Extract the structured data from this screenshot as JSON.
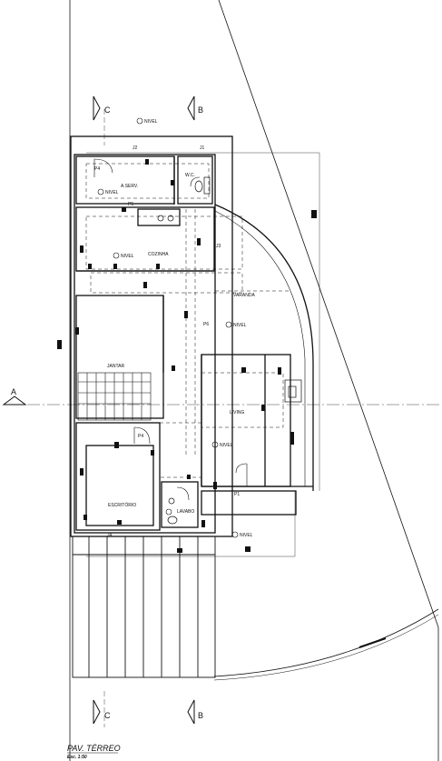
{
  "title": "PAV. TÉRREO",
  "scale": "Esc. 1:50",
  "sections": {
    "a": "A",
    "b": "B",
    "c": "C"
  },
  "rooms": {
    "aserv": "A.SERV.",
    "wc": "W.C.",
    "cozinha": "COZINHA",
    "varanda": "VARANDA",
    "jantar": "JANTAR",
    "living": "LIVING",
    "escritorio": "ESCRITÓRIO",
    "lavabo": "LAVABO"
  },
  "level_label": "NIVEL",
  "doors": {
    "p1": "P1",
    "p4": "P4",
    "p4_office": "P4",
    "p5": "P5",
    "p6": "P6"
  },
  "windows": {
    "j1": "J1",
    "j2": "J2",
    "j3": "J3",
    "j4": "J4"
  },
  "colors": {
    "line": "#111111",
    "paper": "#ffffff"
  }
}
